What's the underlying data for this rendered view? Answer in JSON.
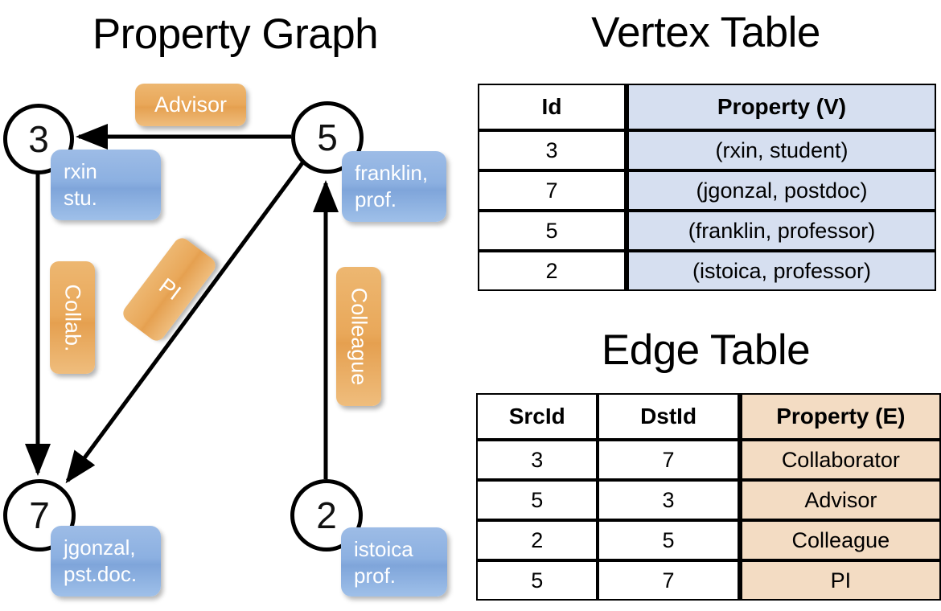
{
  "titles": {
    "property_graph": "Property Graph",
    "vertex_table": "Vertex Table",
    "edge_table": "Edge Table"
  },
  "graph": {
    "vertices": [
      {
        "id": "3",
        "property_line1": "rxin",
        "property_line2": "stu."
      },
      {
        "id": "5",
        "property_line1": "franklin,",
        "property_line2": "prof."
      },
      {
        "id": "7",
        "property_line1": "jgonzal,",
        "property_line2": "pst.doc."
      },
      {
        "id": "2",
        "property_line1": "istoica",
        "property_line2": "prof."
      }
    ],
    "edge_labels": [
      {
        "text": "Advisor"
      },
      {
        "text": "Collab."
      },
      {
        "text": "PI"
      },
      {
        "text": "Colleague"
      }
    ],
    "edges": [
      {
        "src": "5",
        "dst": "3",
        "label": "Advisor"
      },
      {
        "src": "3",
        "dst": "7",
        "label": "Collab."
      },
      {
        "src": "5",
        "dst": "7",
        "label": "PI"
      },
      {
        "src": "2",
        "dst": "5",
        "label": "Colleague"
      }
    ]
  },
  "vertex_table": {
    "headers": [
      "Id",
      "Property (V)"
    ],
    "rows": [
      {
        "id": "3",
        "property": "(rxin, student)"
      },
      {
        "id": "7",
        "property": "(jgonzal, postdoc)"
      },
      {
        "id": "5",
        "property": "(franklin, professor)"
      },
      {
        "id": "2",
        "property": "(istoica, professor)"
      }
    ]
  },
  "edge_table": {
    "headers": [
      "SrcId",
      "DstId",
      "Property (E)"
    ],
    "rows": [
      {
        "src": "3",
        "dst": "7",
        "property": "Collaborator"
      },
      {
        "src": "5",
        "dst": "3",
        "property": "Advisor"
      },
      {
        "src": "2",
        "dst": "5",
        "property": "Colleague"
      },
      {
        "src": "5",
        "dst": "7",
        "property": "PI"
      }
    ]
  },
  "colors": {
    "vertex_cell": "#d6dff0",
    "edge_cell": "#f3dcc3",
    "property_bubble": "#8cb0e1",
    "edge_label_chip": "#e9a85a",
    "stroke": "#000000"
  }
}
